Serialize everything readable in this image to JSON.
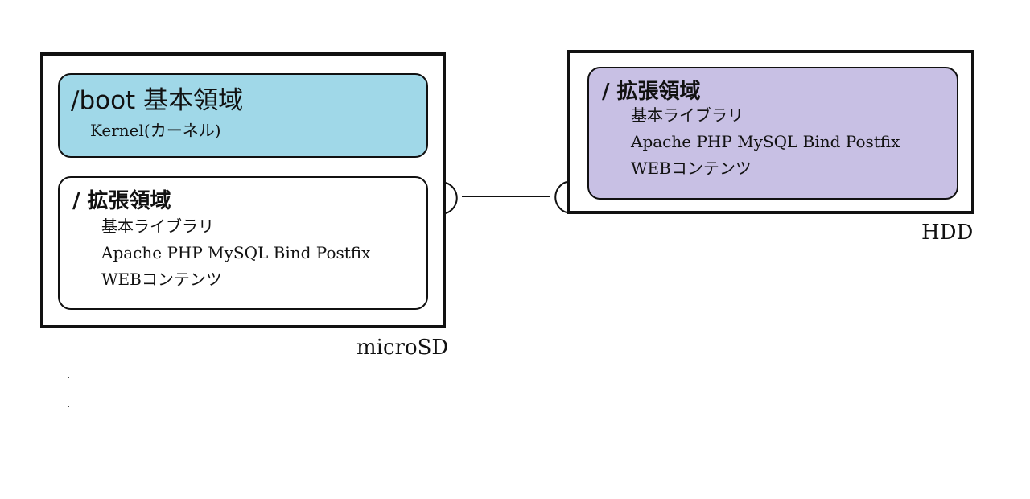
{
  "microsd": {
    "label": "microSD",
    "boot_partition": {
      "title": "/boot 基本領域",
      "lines": [
        "Kernel(カーネル)"
      ],
      "fill_color": "#a0d8e8"
    },
    "root_partition": {
      "title": "/ 拡張領域",
      "lines": [
        "基本ライブラリ",
        "Apache PHP MySQL Bind Postfix",
        "WEBコンテンツ"
      ],
      "fill_color": "#ffffff"
    }
  },
  "hdd": {
    "label": "HDD",
    "root_partition": {
      "title": "/ 拡張領域",
      "lines": [
        "基本ライブラリ",
        "Apache PHP MySQL Bind Postfix",
        "WEBコンテンツ"
      ],
      "fill_color": "#c8c0e4"
    }
  },
  "connector": {
    "type": "ball-and-socket",
    "from": "microsd",
    "to": "hdd"
  }
}
